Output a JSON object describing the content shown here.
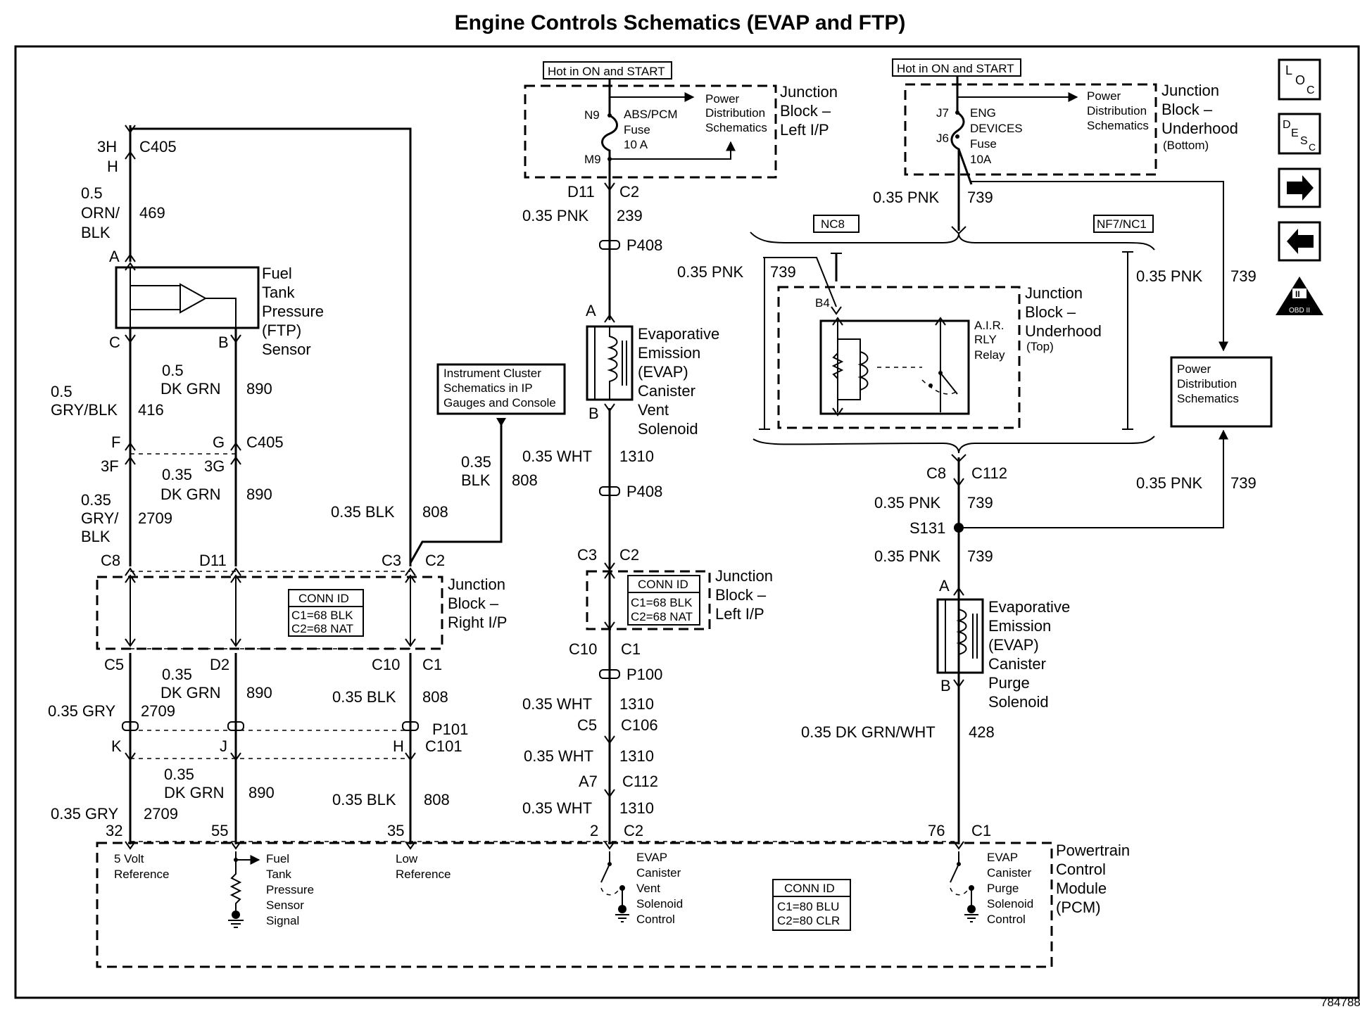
{
  "title": "Engine Controls Schematics (EVAP and FTP)",
  "figure_id": "784788",
  "nav": {
    "loc_icon": "LOC",
    "desc_icon": "DESC",
    "forward_icon": "arrow-right",
    "back_icon": "arrow-left",
    "obd_icon": "OBD II"
  },
  "hot_in_on_start_1": "Hot in ON and START",
  "hot_in_on_start_2": "Hot in ON and START",
  "fuse_abs": {
    "pin_in": "N9",
    "pin_out": "M9",
    "name": "ABS/PCM",
    "fuse": "Fuse",
    "rating": "10 A",
    "pds": [
      "Power",
      "Distribution",
      "Schematics"
    ],
    "block": [
      "Junction",
      "Block –",
      "Left I/P"
    ]
  },
  "fuse_eng": {
    "pin_in": "J7",
    "pin_out": "J6",
    "name": "ENG",
    "name2": "DEVICES",
    "fuse": "Fuse",
    "rating": "10A",
    "pds": [
      "Power",
      "Distribution",
      "Schematics"
    ],
    "block": [
      "Junction",
      "Block –",
      "Underhood"
    ],
    "block_note": "(Bottom)"
  },
  "ftp": {
    "conn_3h": "3H",
    "conn_h": "H",
    "conn_c405": "C405",
    "wire_size": "0.5",
    "wire_color1": "ORN/",
    "wire_color2": "BLK",
    "circuit": "469",
    "pin_a": "A",
    "pin_c": "C",
    "pin_b": "B",
    "name": [
      "Fuel",
      "Tank",
      "Pressure",
      "(FTP)",
      "Sensor"
    ]
  },
  "wire_416": {
    "size": "0.5",
    "color": "GRY/BLK",
    "circuit": "416"
  },
  "wire_890a": {
    "size": "0.5",
    "color": "DK GRN",
    "circuit": "890"
  },
  "c405_lower": {
    "f": "F",
    "g": "G",
    "conn": "C405",
    "f3": "3F",
    "g3": "3G"
  },
  "wire_890b": {
    "size": "0.35",
    "color": "DK GRN",
    "circuit": "890"
  },
  "wire_2709a": {
    "size": "0.35",
    "color1": "GRY/",
    "color2": "BLK",
    "circuit": "2709"
  },
  "wire_808a": {
    "text": "0.35 BLK",
    "circuit": "808"
  },
  "ic_box": [
    "Instrument Cluster",
    "Schematics in IP",
    "Gauges and Console"
  ],
  "wire_808_ic": {
    "size": "0.35",
    "color": "BLK",
    "circuit": "808"
  },
  "jb_right": {
    "c8": "C8",
    "d11": "D11",
    "c3": "C3",
    "c2": "C2",
    "c5": "C5",
    "d2": "D2",
    "c10": "C10",
    "c1": "C1",
    "conn_id": "CONN ID",
    "c1_desc": "C1=68 BLK",
    "c2_desc": "C2=68 NAT",
    "name": [
      "Junction",
      "Block –",
      "Right I/P"
    ]
  },
  "wire_2709b": {
    "text": "0.35 GRY",
    "circuit": "2709"
  },
  "wire_890c": {
    "size": "0.35",
    "color": "DK GRN",
    "circuit": "890"
  },
  "wire_808b": {
    "text": "0.35 BLK",
    "circuit": "808"
  },
  "c101": {
    "p101": "P101",
    "c101": "C101",
    "k": "K",
    "j": "J",
    "h": "H"
  },
  "wire_2709c": {
    "text": "0.35 GRY",
    "circuit": "2709"
  },
  "wire_890d": {
    "size": "0.35",
    "color": "DK GRN",
    "circuit": "890"
  },
  "wire_808c": {
    "text": "0.35 BLK",
    "circuit": "808"
  },
  "pcm_pins": {
    "p32": "32",
    "p55": "55",
    "p35": "35",
    "p2": "2",
    "c2": "C2",
    "p76": "76",
    "c1": "C1"
  },
  "vent": {
    "d11": "D11",
    "c2": "C2",
    "wire1": {
      "text": "0.35 PNK",
      "circuit": "239"
    },
    "p408a": "P408",
    "pin_a": "A",
    "pin_b": "B",
    "name": [
      "Evaporative",
      "Emission",
      "(EVAP)",
      "Canister",
      "Vent",
      "Solenoid"
    ],
    "wire2": {
      "text": "0.35 WHT",
      "circuit": "1310"
    },
    "p408b": "P408",
    "c3": "C3",
    "c2b": "C2",
    "conn_id": "CONN ID",
    "c1_desc": "C1=68 BLK",
    "c2_desc": "C2=68 NAT",
    "jb": [
      "Junction",
      "Block –",
      "Left I/P"
    ],
    "c10": "C10",
    "c1": "C1",
    "p100": "P100",
    "wire3": {
      "text": "0.35 WHT",
      "circuit": "1310"
    },
    "c5": "C5",
    "c106": "C106",
    "wire4": {
      "text": "0.35 WHT",
      "circuit": "1310"
    },
    "a7": "A7",
    "c112": "C112",
    "wire5": {
      "text": "0.35 WHT",
      "circuit": "1310"
    }
  },
  "purge": {
    "wire1": {
      "text": "0.35 PNK",
      "circuit": "739"
    },
    "nc8": "NC8",
    "nf7": "NF7/NC1",
    "wire_relay": {
      "text": "0.35 PNK",
      "circuit": "739"
    },
    "b4": "B4",
    "relay": [
      "A.I.R.",
      "RLY",
      "Relay"
    ],
    "jb": [
      "Junction",
      "Block –",
      "Underhood"
    ],
    "jb_note": "(Top)",
    "wire_side": {
      "text": "0.35 PNK",
      "circuit": "739"
    },
    "pds": [
      "Power",
      "Distribution",
      "Schematics"
    ],
    "c8": "C8",
    "c112": "C112",
    "wire2": {
      "text": "0.35 PNK",
      "circuit": "739"
    },
    "wire_pds2": {
      "text": "0.35 PNK",
      "circuit": "739"
    },
    "s131": "S131",
    "wire3": {
      "text": "0.35 PNK",
      "circuit": "739"
    },
    "pin_a": "A",
    "pin_b": "B",
    "name": [
      "Evaporative",
      "Emission",
      "(EVAP)",
      "Canister",
      "Purge",
      "Solenoid"
    ],
    "wire4": {
      "text": "0.35 DK GRN/WHT",
      "circuit": "428"
    }
  },
  "pcm": {
    "ref5v": [
      "5 Volt",
      "Reference"
    ],
    "ftp_sig": [
      "Fuel",
      "Tank",
      "Pressure",
      "Sensor",
      "Signal"
    ],
    "low_ref": [
      "Low",
      "Reference"
    ],
    "vent_ctl": [
      "EVAP",
      "Canister",
      "Vent",
      "Solenoid",
      "Control"
    ],
    "conn_id": "CONN ID",
    "c1_desc": "C1=80 BLU",
    "c2_desc": "C2=80 CLR",
    "purge_ctl": [
      "EVAP",
      "Canister",
      "Purge",
      "Solenoid",
      "Control"
    ],
    "name": [
      "Powertrain",
      "Control",
      "Module",
      "(PCM)"
    ]
  }
}
